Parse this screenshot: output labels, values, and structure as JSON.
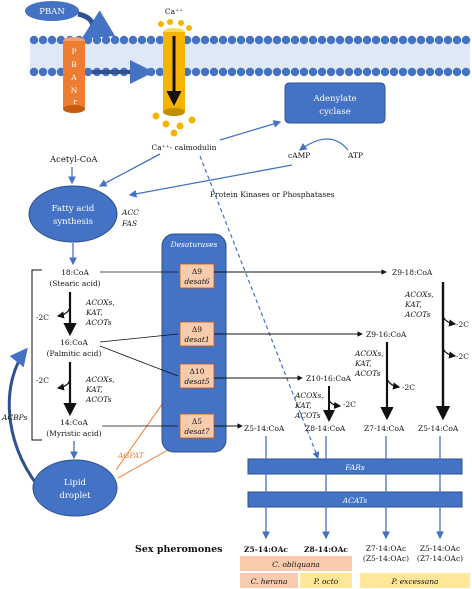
{
  "membrane": {
    "pban": "PBAN",
    "receptor_letters": [
      "P",
      "B",
      "A",
      "N",
      "r"
    ],
    "calcium": "Ca⁺⁺",
    "adenylate": [
      "Adenylate",
      "cyclase"
    ],
    "calmodulin": "Ca⁺⁺- calmodulin",
    "camp": "cAMP",
    "atp": "ATP",
    "protein_kinases": "Protein Kinases or Phosphatases"
  },
  "pathway": {
    "acetyl": "Acetyl-CoA",
    "fas": [
      "Fatty acid",
      "synthesis"
    ],
    "acc": "ACC",
    "fas_enzyme": "FAS",
    "c18": [
      "18:CoA",
      "(Stearic acid)"
    ],
    "c16": [
      "16:CoA",
      "(Palmitic acid)"
    ],
    "c14": [
      "14:CoA",
      "(Myristic acid)"
    ],
    "minus2c": "-2C",
    "enzymes": [
      "ACOXs,",
      "KAT,",
      "ACOTs"
    ],
    "acbps": "ACBPs",
    "lipid": [
      "Lipid",
      "droplet"
    ],
    "agpat": "AGPAT"
  },
  "desaturases": {
    "title": "Desaturases",
    "items": [
      {
        "delta": "Δ9",
        "gene": "desat6"
      },
      {
        "delta": "Δ9",
        "gene": "desat1"
      },
      {
        "delta": "Δ10",
        "gene": "desat5"
      },
      {
        "delta": "Δ5",
        "gene": "desat7"
      }
    ]
  },
  "products": {
    "z9_18": "Z9-18:CoA",
    "z9_16": "Z9-16:CoA",
    "z10_16": "Z10-16:CoA",
    "z5_14": "Z5-14:CoA",
    "z8_14": "Z8-14:CoA",
    "z7_14": "Z7-14:CoA",
    "z5_14b": "Z5-14:CoA",
    "fars": "FARs",
    "acats": "ACATs"
  },
  "pheromones": {
    "label": "Sex pheromones",
    "acetates": [
      "Z5-14:OAc",
      "Z8-14:OAc",
      "Z7-14:OAc",
      "(Z5-14:OAc)",
      "Z5-14:OAc",
      "(Z7-14:OAc)"
    ],
    "species": [
      "C. obliquana",
      "C. herana",
      "P. octo",
      "P. excessana"
    ]
  },
  "colors": {
    "blue": "#4472c4",
    "dark_blue": "#2f528f",
    "orange": "#ed7d31",
    "gold": "#f5b400",
    "pink": "#f8cbad",
    "yellow": "#ffe699"
  }
}
